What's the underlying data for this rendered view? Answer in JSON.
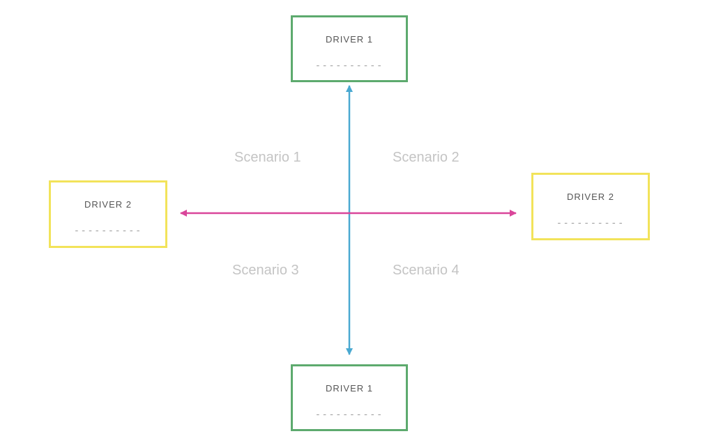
{
  "colors": {
    "vertical_axis": "#4aa9d1",
    "horizontal_axis": "#d9469a",
    "driver1_border": "#5daa6e",
    "driver2_border": "#f2e35a",
    "scenario_text": "#c4c4c4"
  },
  "boxes": {
    "top": {
      "title": "DRIVER 1",
      "placeholder": "----------"
    },
    "bottom": {
      "title": "DRIVER 1",
      "placeholder": "----------"
    },
    "left": {
      "title": "DRIVER 2",
      "placeholder": "----------"
    },
    "right": {
      "title": "DRIVER 2",
      "placeholder": "----------"
    }
  },
  "scenarios": {
    "s1": "Scenario 1",
    "s2": "Scenario 2",
    "s3": "Scenario 3",
    "s4": "Scenario 4"
  }
}
